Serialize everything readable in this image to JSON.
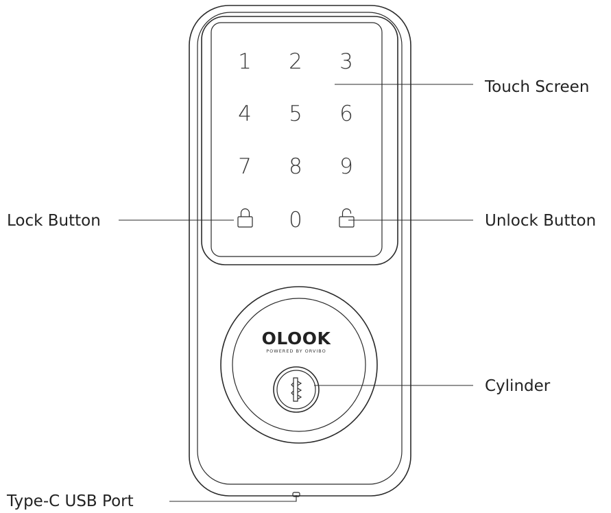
{
  "keypad": {
    "keys": [
      "1",
      "2",
      "3",
      "4",
      "5",
      "6",
      "7",
      "8",
      "9",
      "0"
    ],
    "lock_icon": "lock-closed-icon",
    "unlock_icon": "lock-open-icon"
  },
  "logo": {
    "brand": "OLOOK",
    "tagline": "POWERED BY ORVIBO"
  },
  "callouts": {
    "touch_screen": "Touch Screen",
    "lock_button": "Lock Button",
    "unlock_button": "Unlock Button",
    "cylinder": "Cylinder",
    "usb_port": "Type-C USB Port"
  },
  "colors": {
    "line": "#2a2a2a",
    "text": "#222222",
    "background": "#ffffff"
  }
}
